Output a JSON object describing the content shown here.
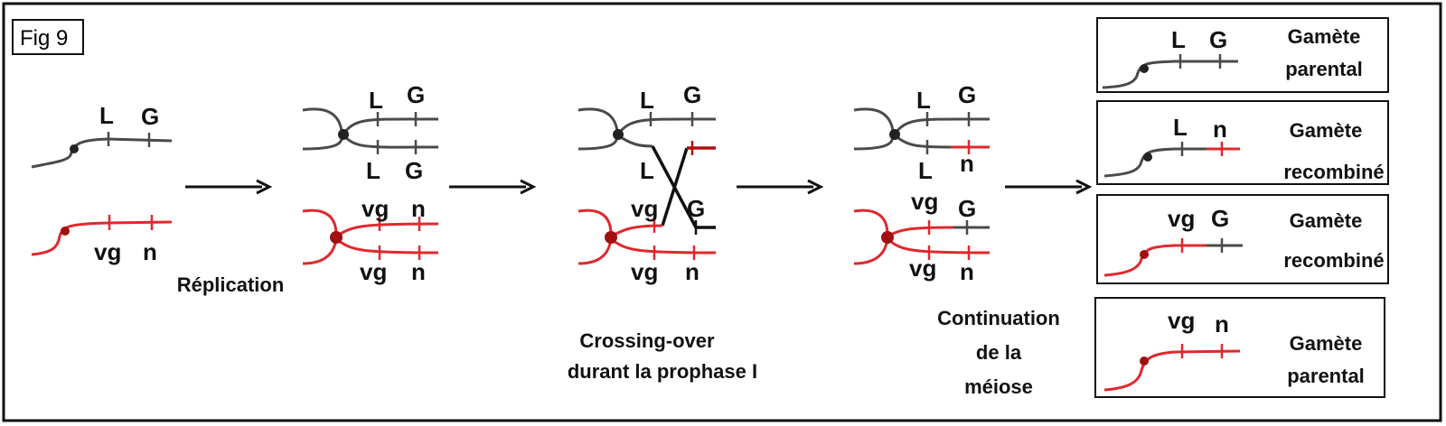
{
  "figure_tag": "Fig 9",
  "steps": {
    "replication": "Réplication",
    "crossing_over": [
      "Crossing-over",
      "durant la prophase I"
    ],
    "continuation": [
      "Continuation",
      "de la",
      "méiose"
    ]
  },
  "genes": {
    "L": "L",
    "G": "G",
    "vg": "vg",
    "n": "n"
  },
  "gametes": [
    {
      "line1": "Gamète",
      "line2": "parental"
    },
    {
      "line1": "Gamète",
      "line2": "recombiné"
    },
    {
      "line1": "Gamète",
      "line2": "recombiné"
    },
    {
      "line1": "Gamète",
      "line2": "parental"
    }
  ],
  "colors": {
    "grey_chromosome": "#4a4a4a",
    "red_chromosome": "#e0282e",
    "dark_red": "#b01010",
    "arrow": "#111111"
  }
}
